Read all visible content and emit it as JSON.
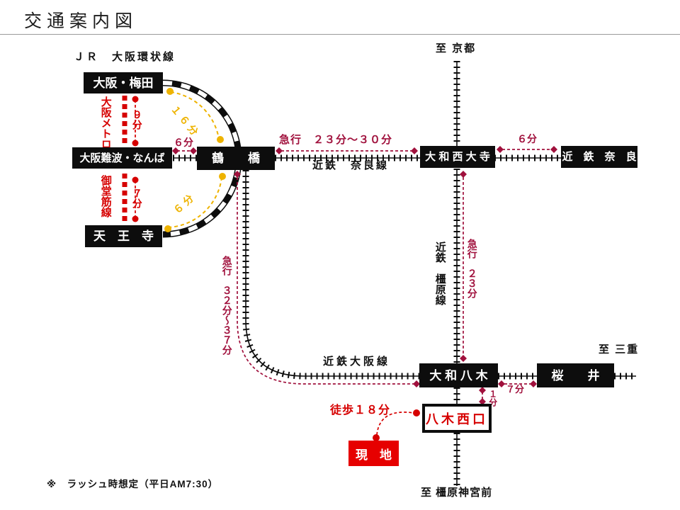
{
  "title": "交通案内図",
  "note": "※　ラッシュ時想定（平日AM7:30）",
  "destinations": {
    "kyoto": "至 京都",
    "mie": "至 三重",
    "kashihara_jingumae": "至 橿原神宮前"
  },
  "line_labels": {
    "jr_loop": "ＪＲ　大阪環状線",
    "osaka_metro": "大阪メトロ",
    "midosuji": "御堂筋線",
    "kintetsu_nara": "近鉄　奈良線",
    "kintetsu_kashihara": "近鉄　橿原線",
    "kintetsu_osaka": "近鉄大阪線"
  },
  "stations": {
    "umeda": "大阪・梅田",
    "namba": "大阪難波・なんば",
    "tsuruhashi": "鶴　　橋",
    "tennoji": "天　王　寺",
    "saidaiji": "大 和 西 大 寺",
    "kintetsu_nara": "近　鉄　奈　良",
    "yamato_yagi": "大 和 八 木",
    "sakurai": "桜　　井",
    "yagi_nishiguchi": "八木西口",
    "genchi": "現　地"
  },
  "times": {
    "metro_umeda_namba": "９分",
    "namba_tsuruhashi": "６分",
    "loop_umeda_tsuruhashi": "１６分",
    "loop_tsuruhashi_tennoji": "６分",
    "metro_namba_tennoji": "７分",
    "express_tsuruhashi_saidaiji": "急行　２３分～３０分",
    "saidaiji_nara": "６分",
    "express_saidaiji_yagi": "急行　２３分",
    "express_tsuruhashi_yagi": "急行　３２分～３７分",
    "yagi_sakurai": "７分",
    "yagi_nishiguchi": "１分",
    "walk_genchi": "徒歩１８分"
  },
  "colors": {
    "red": "#d60000",
    "crimson": "#a0103c",
    "yellow": "#eeb300",
    "black": "#0d0d0d"
  }
}
